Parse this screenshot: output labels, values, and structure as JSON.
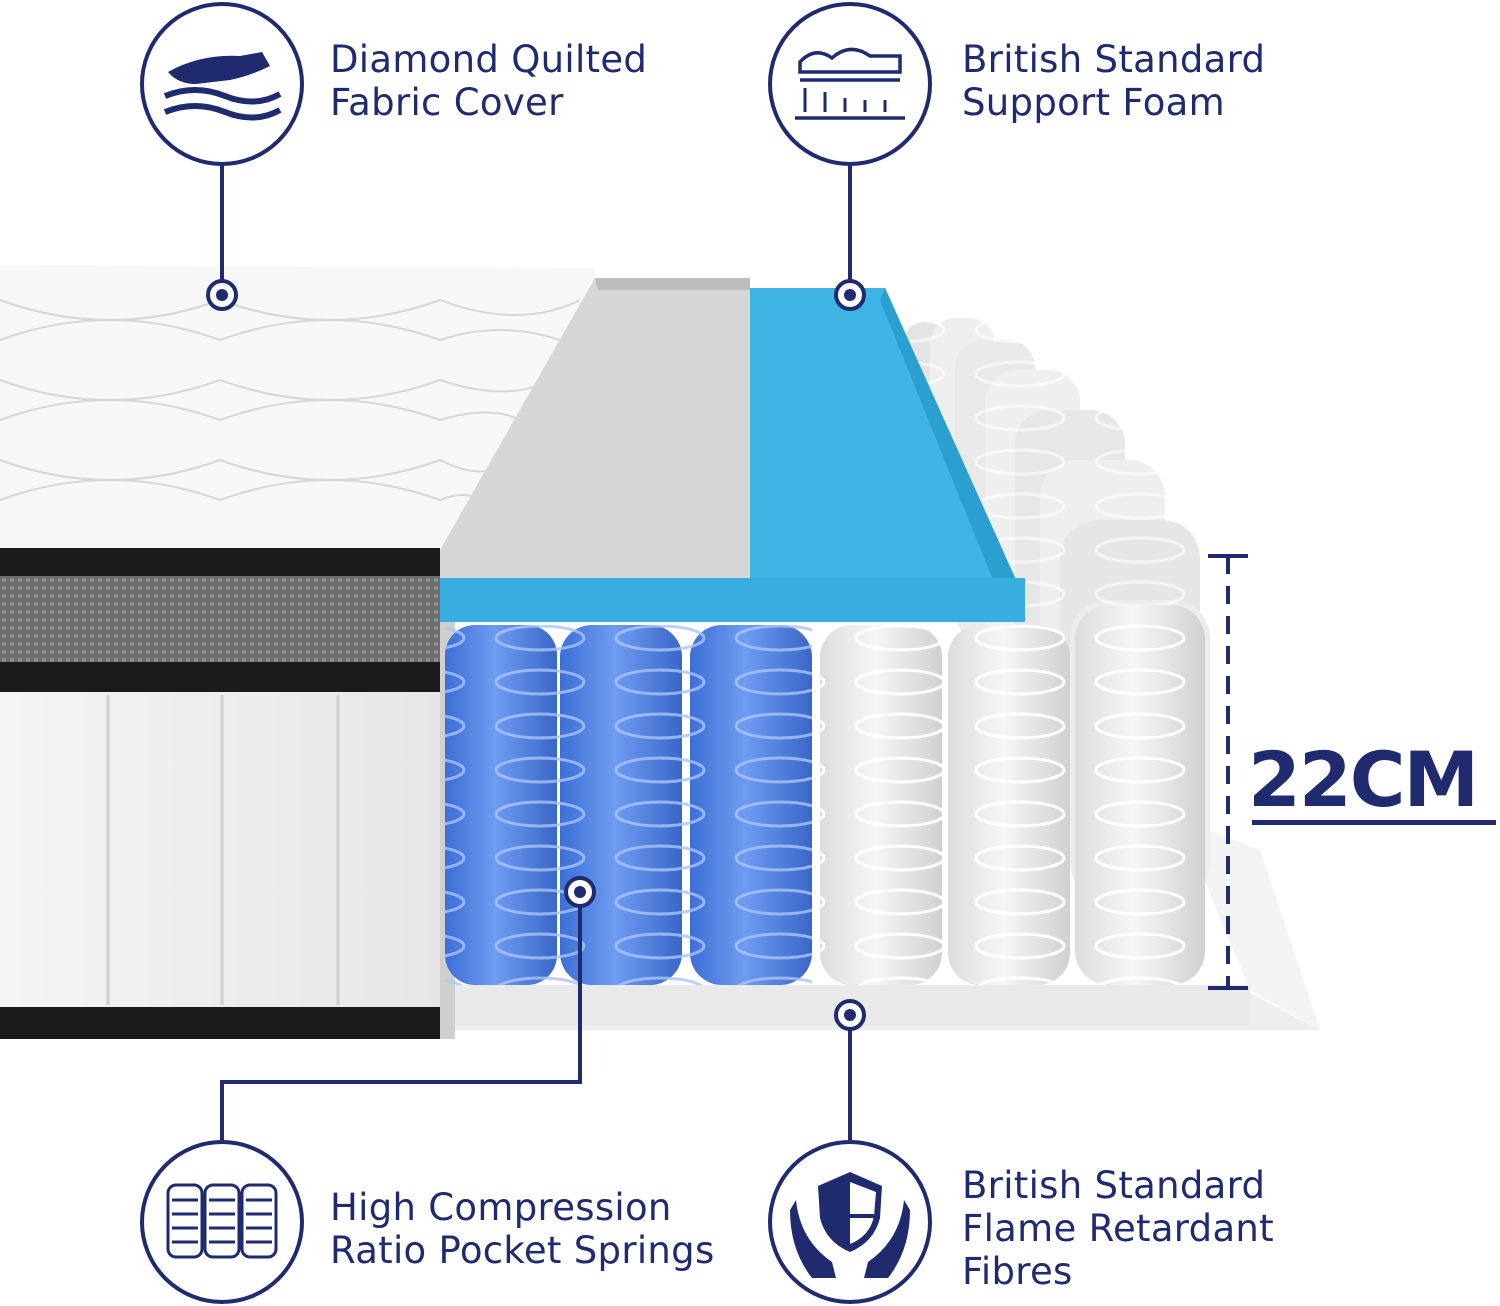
{
  "colors": {
    "navy": "#1f2b6e",
    "blue_springs": "#4c7fe0",
    "cyan_foam": "#3db4e4",
    "grey_foam": "#d9d9d9"
  },
  "features": [
    {
      "id": "cover",
      "icon": "hand-fabric-icon",
      "line1": "Diamond Quilted",
      "line2": "Fabric Cover"
    },
    {
      "id": "foam",
      "icon": "support-foam-icon",
      "line1": "British Standard",
      "line2": "Support Foam"
    },
    {
      "id": "springs",
      "icon": "pocket-springs-icon",
      "line1": "High Compression",
      "line2": "Ratio Pocket Springs"
    },
    {
      "id": "flame",
      "icon": "shield-hands-icon",
      "line1": "British Standard",
      "line2": "Flame Retardant",
      "line3": "Fibres"
    }
  ],
  "height_label": "22CM"
}
